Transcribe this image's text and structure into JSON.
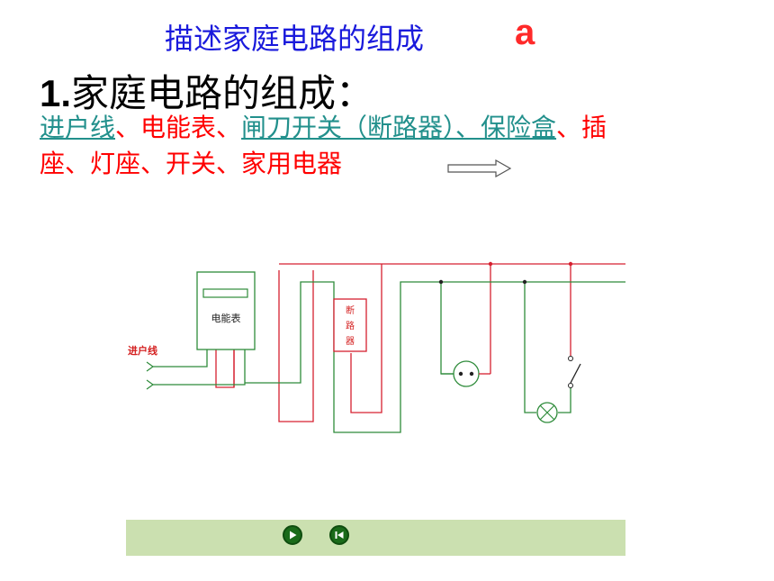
{
  "header": {
    "subtitle": "描述家庭电路的组成",
    "badge": "a"
  },
  "heading": {
    "number": "1.",
    "text": "家庭电路的组成："
  },
  "components": {
    "line1": {
      "link1": "进户线",
      "sep1": "、电能表、",
      "link2": "闸刀开关（断路器）、保险盒",
      "sep2": "、插"
    },
    "line2": "座、灯座、开关、家用电器"
  },
  "diagram": {
    "meter_label": "电能表",
    "breaker_label": [
      "断",
      "路",
      "器"
    ],
    "incoming_label": "进户线",
    "colors": {
      "live": "#d62030",
      "neutral": "#2e8b3a",
      "label": "#d42020"
    }
  },
  "controls": {
    "play_icon": "play-icon",
    "rewind_icon": "rewind-icon"
  }
}
